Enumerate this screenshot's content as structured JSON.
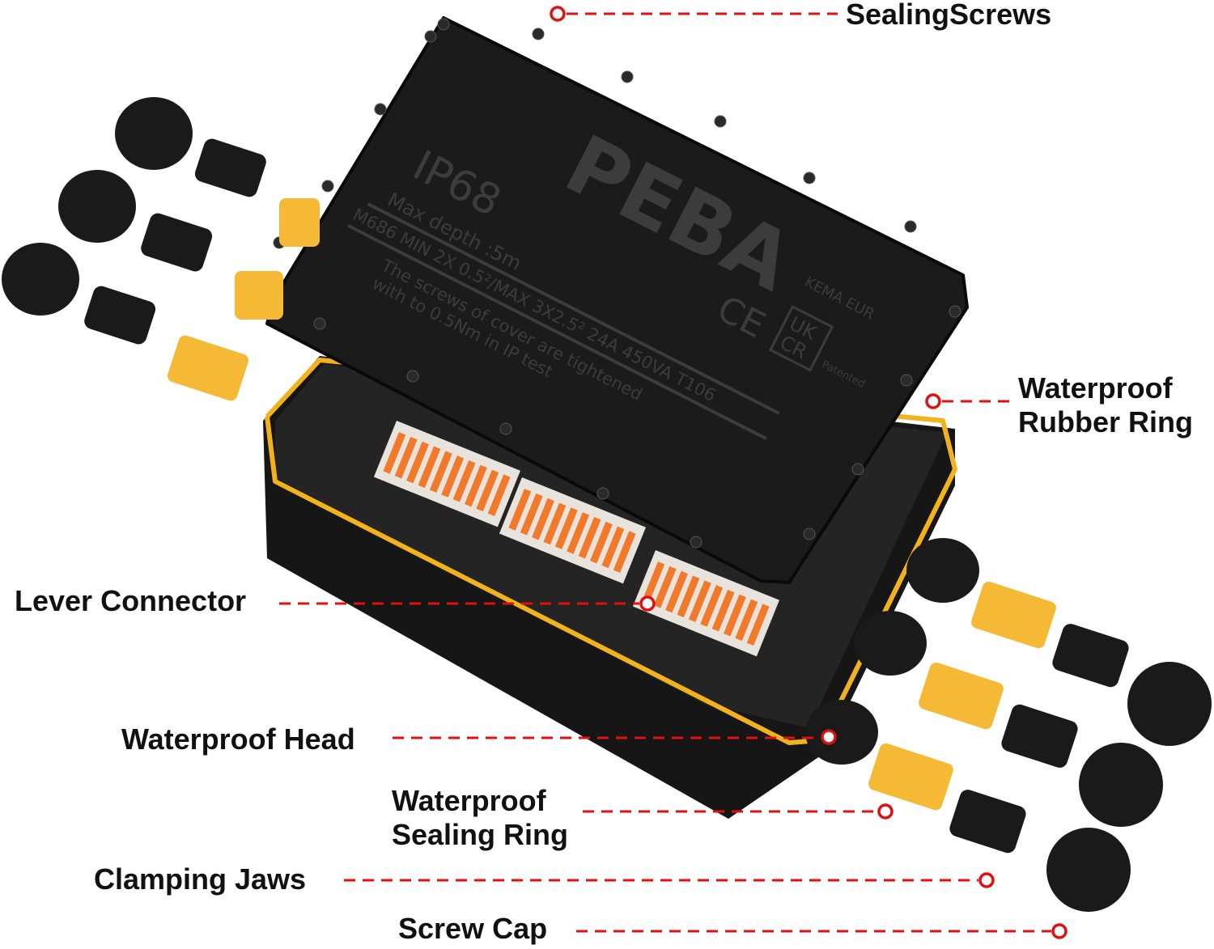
{
  "labels": {
    "sealing_screws": "SealingScrews",
    "rubber_ring_1": "Waterproof",
    "rubber_ring_2": "Rubber Ring",
    "lever_connector": "Lever Connector",
    "waterproof_head": "Waterproof Head",
    "sealing_ring_1": "Waterproof",
    "sealing_ring_2": "Sealing Ring",
    "clamping_jaws": "Clamping Jaws",
    "screw_cap": "Screw Cap"
  },
  "lid": {
    "logo": "PEBA",
    "rating": "IP68",
    "depth": "Max   depth :5m",
    "spec": "M686 MIN 2X 0.5²/MAX 3X2.5²   24A 450VA   T106",
    "note_1": "The screws of cover are tightened",
    "note_2": "with to 0.5Nm in IP test",
    "ce": "CE",
    "ukcr_1": "UK",
    "ukcr_2": "CR",
    "kema": "KEMA EUR",
    "patented": "Patented"
  },
  "colors": {
    "callout": "#e01010",
    "ring": "#f2b21c",
    "lever": "#f07a2a",
    "body": "#151515"
  }
}
